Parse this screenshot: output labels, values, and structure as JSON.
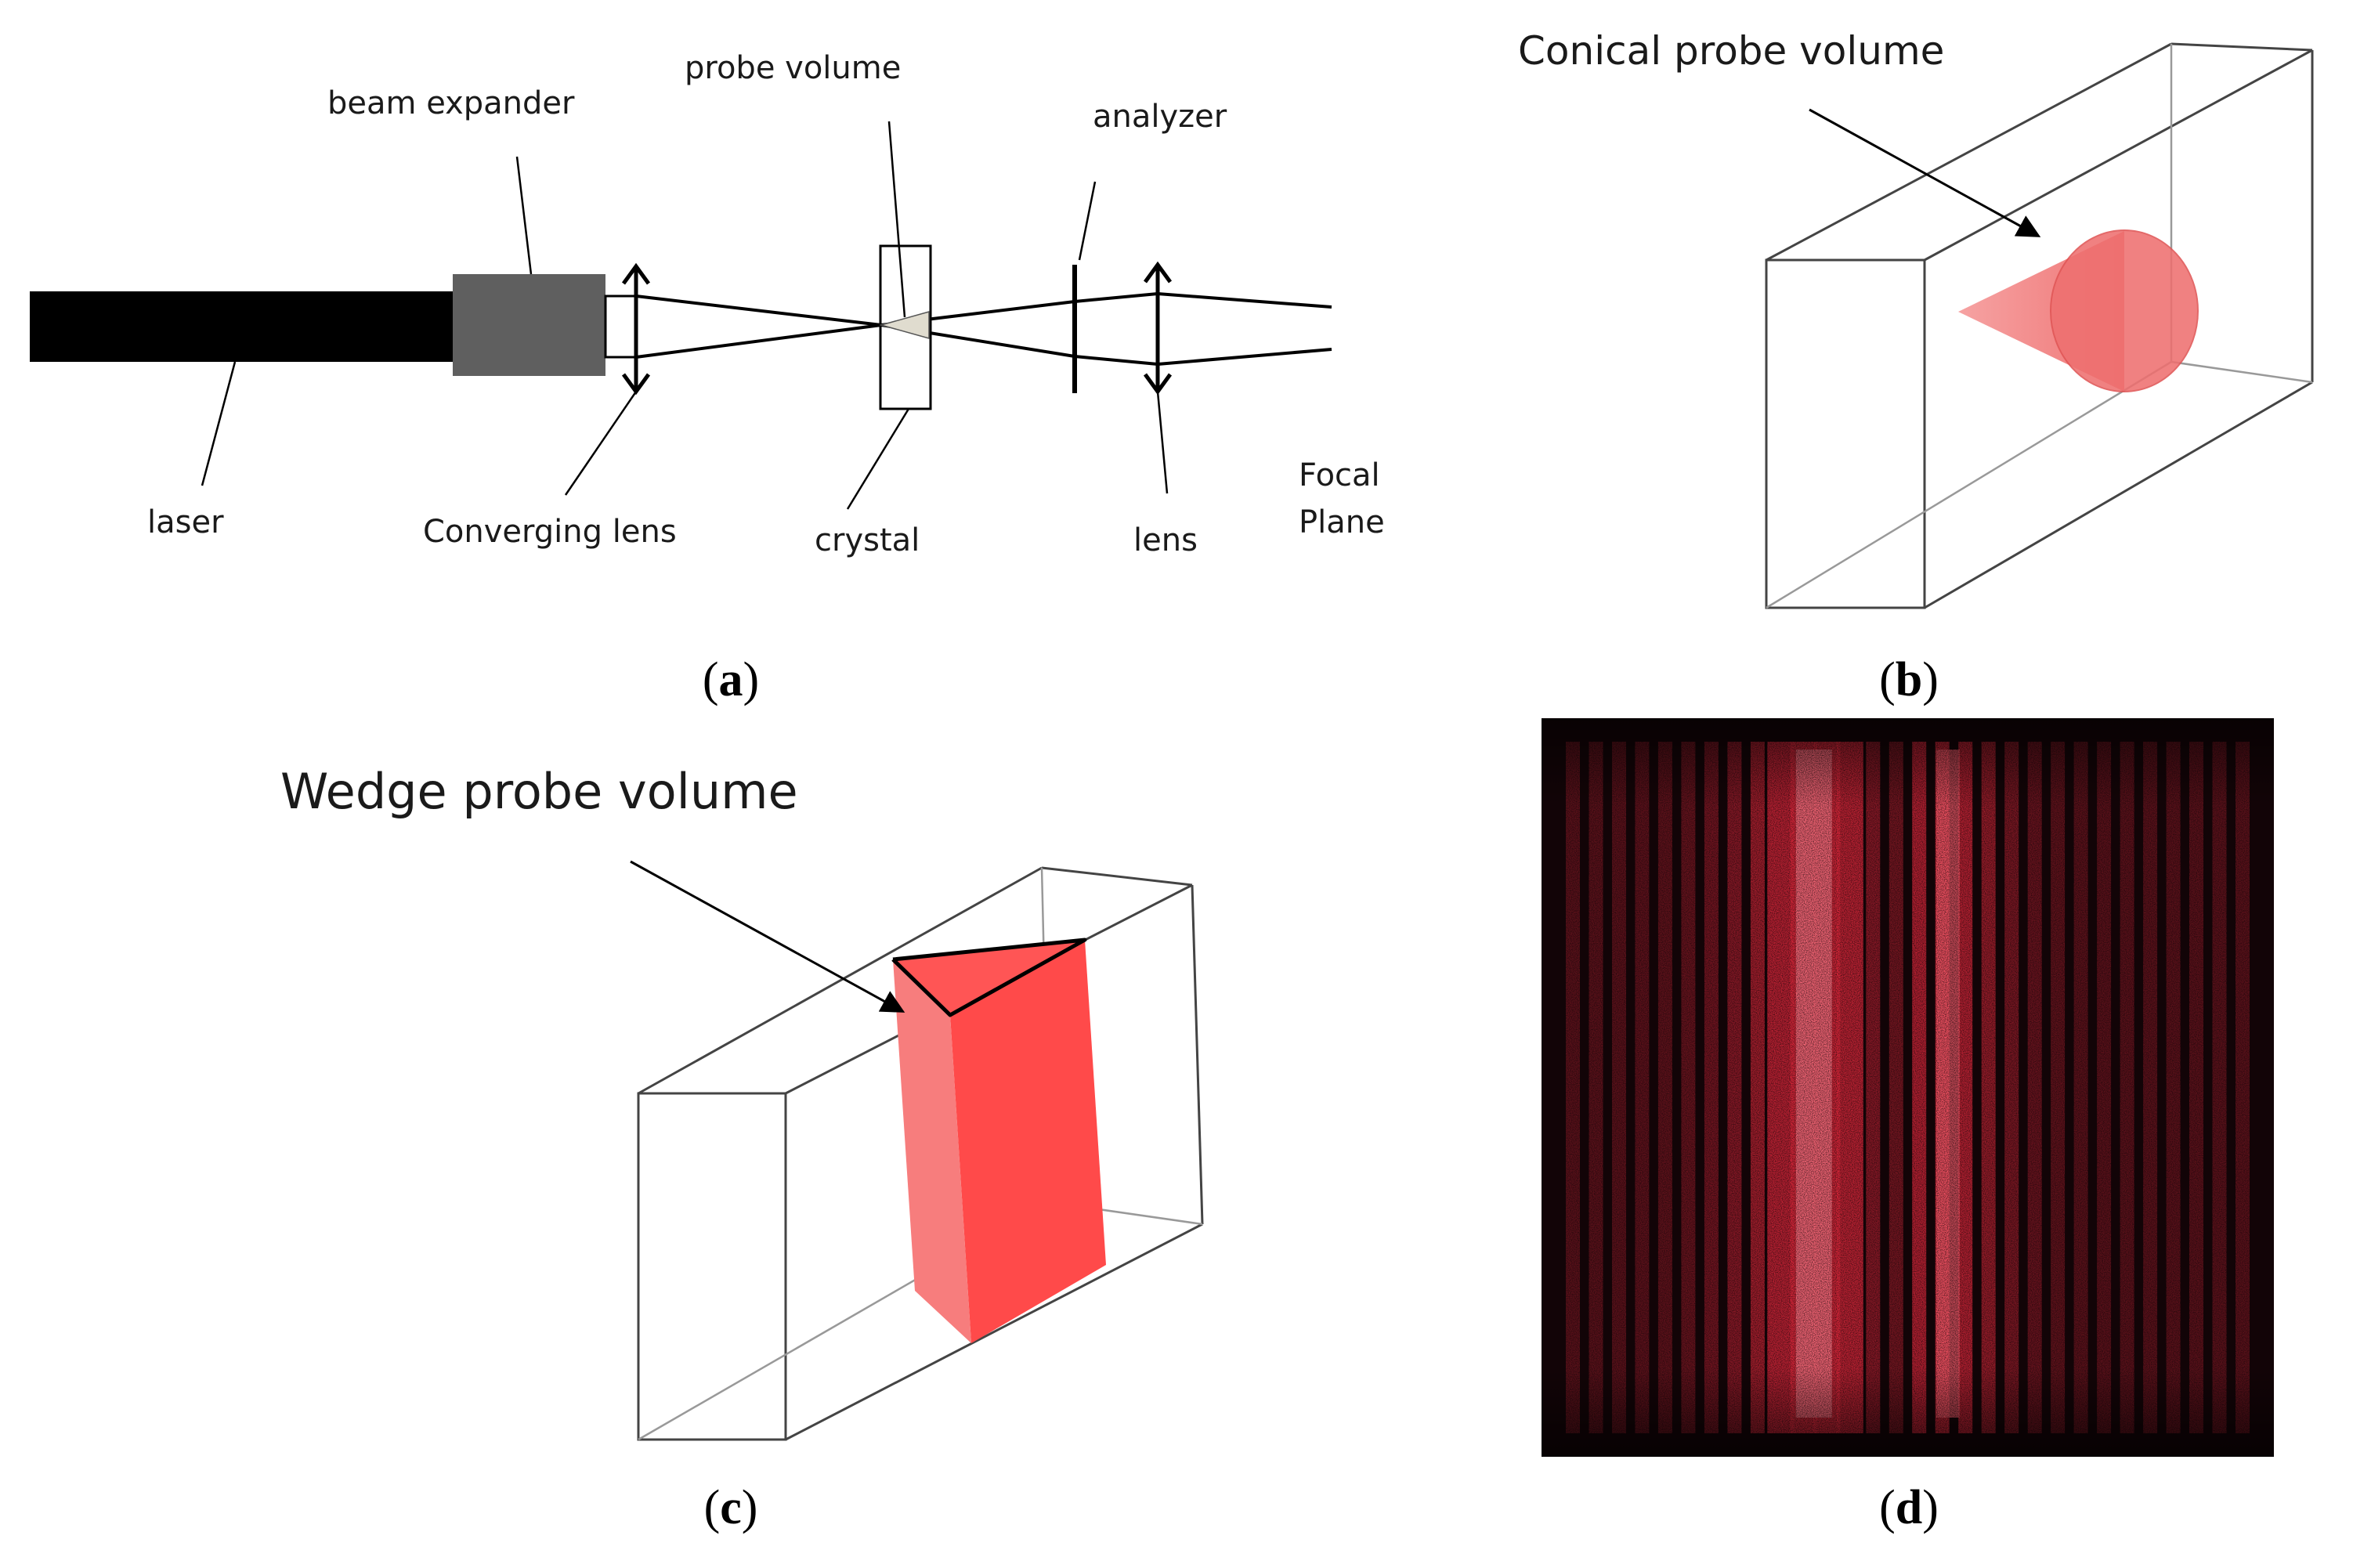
{
  "panel_a": {
    "labels": {
      "beam_expander": "beam expander",
      "probe_volume": "probe volume",
      "analyzer": "analyzer",
      "laser": "laser",
      "converging_lens": "Converging lens",
      "crystal": "crystal",
      "lens": "lens",
      "focal": "Focal",
      "plane": "Plane"
    },
    "caption_letter": "a"
  },
  "panel_b": {
    "title": "Conical probe volume",
    "caption_letter": "b"
  },
  "panel_c": {
    "title": "Wedge probe volume",
    "caption_letter": "c"
  },
  "panel_d": {
    "caption_letter": "d"
  },
  "colors": {
    "laser_body": "#000000",
    "expander": "#5f5f5f",
    "probe_fill": "#e0dccf",
    "cone_red": "#f07070",
    "wedge_red": "#ff4a4a",
    "wedge_side": "#f77d7d",
    "fringe_red": "#e0283c",
    "fringe_bg": "#120407"
  }
}
